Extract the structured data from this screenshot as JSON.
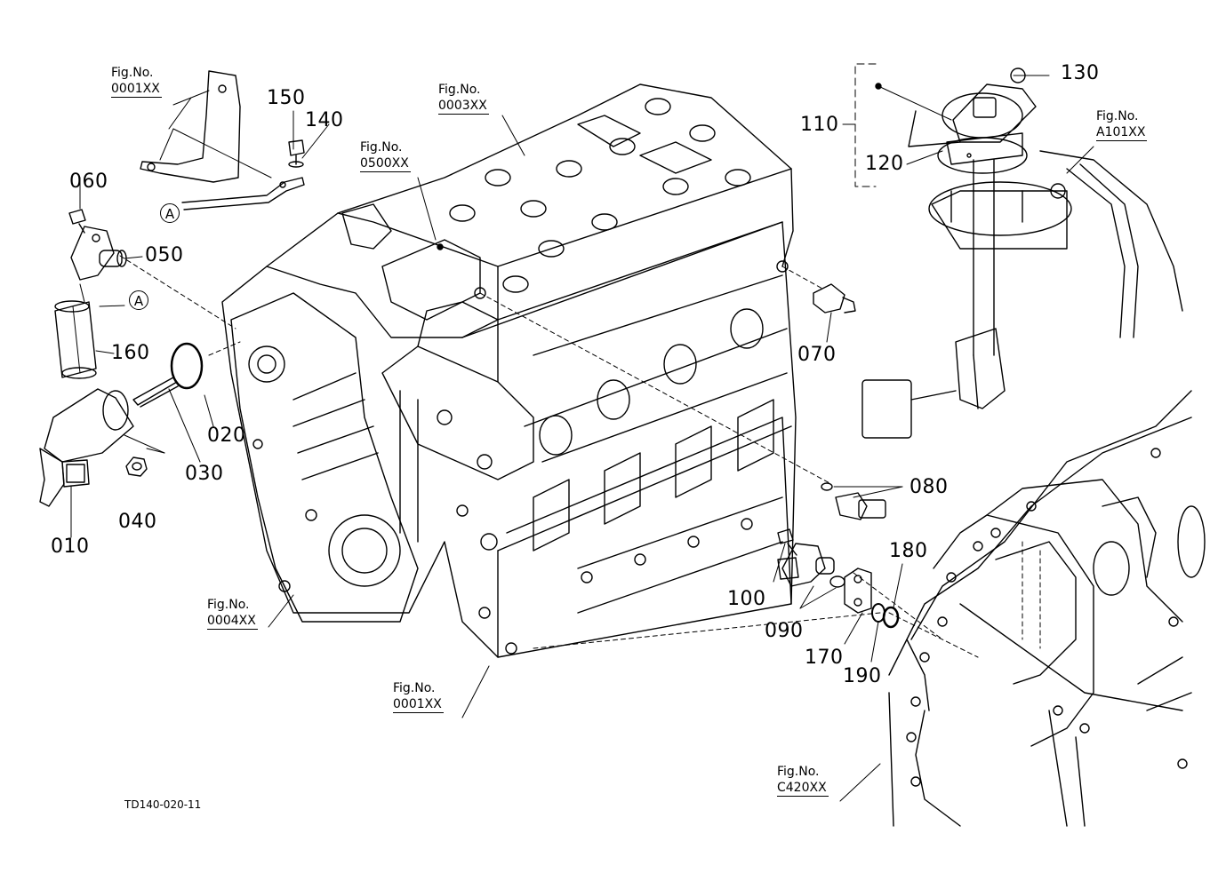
{
  "drawing_code": "TD140-020-11",
  "callout_letter": "A",
  "part_numbers": {
    "p010": "010",
    "p020": "020",
    "p030": "030",
    "p040": "040",
    "p050": "050",
    "p060": "060",
    "p070": "070",
    "p080": "080",
    "p090": "090",
    "p100": "100",
    "p110": "110",
    "p120": "120",
    "p130": "130",
    "p140": "140",
    "p150": "150",
    "p160": "160",
    "p170": "170",
    "p180": "180",
    "p190": "190"
  },
  "figure_refs": [
    {
      "line1": "Fig.No.",
      "line2": "0001XX"
    },
    {
      "line1": "Fig.No.",
      "line2": "0003XX"
    },
    {
      "line1": "Fig.No.",
      "line2": "0500XX"
    },
    {
      "line1": "Fig.No.",
      "line2": "A101XX"
    },
    {
      "line1": "Fig.No.",
      "line2": "0004XX"
    },
    {
      "line1": "Fig.No.",
      "line2": "0001XX"
    },
    {
      "line1": "Fig.No.",
      "line2": "C420XX"
    }
  ]
}
